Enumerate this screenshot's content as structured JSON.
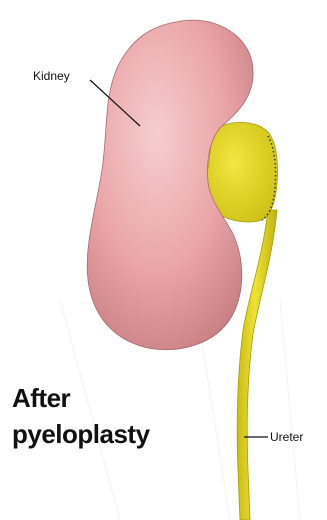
{
  "labels": {
    "kidney": "Kidney",
    "ureter": "Ureter"
  },
  "caption": {
    "line1": "After",
    "line2": "pyeloplasty"
  },
  "colors": {
    "kidney_fill": "#e8a3a6",
    "kidney_highlight": "#f3c3c4",
    "kidney_shadow": "#c97e82",
    "ureter_fill": "#e4d81e",
    "ureter_outline": "#9a8f0a",
    "text": "#111111"
  }
}
